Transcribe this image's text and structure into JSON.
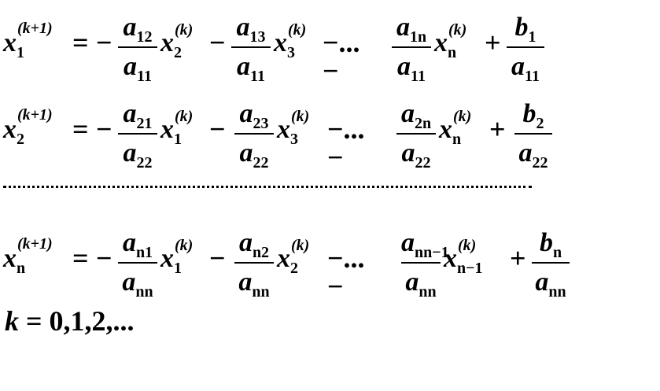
{
  "equations": [
    {
      "lhs": {
        "base": "x",
        "sub": "1",
        "sup": "(k+1)"
      },
      "eq": "=",
      "minus": "−",
      "t1": {
        "num_base": "a",
        "num_sub": "12",
        "den_base": "a",
        "den_sub": "11",
        "var_base": "x",
        "var_sub": "2",
        "var_sup": "(k)"
      },
      "t2": {
        "num_base": "a",
        "num_sub": "13",
        "den_base": "a",
        "den_sub": "11",
        "var_base": "x",
        "var_sub": "3",
        "var_sup": "(k)"
      },
      "ellipsis": "−...−",
      "t3": {
        "num_base": "a",
        "num_sub": "1n",
        "den_base": "a",
        "den_sub": "11",
        "var_base": "x",
        "var_sub": "n",
        "var_sup": "(k)"
      },
      "plus": "+",
      "rhs": {
        "num_base": "b",
        "num_sub": "1",
        "den_base": "a",
        "den_sub": "11"
      }
    },
    {
      "lhs": {
        "base": "x",
        "sub": "2",
        "sup": "(k+1)"
      },
      "eq": "=",
      "minus": "−",
      "t1": {
        "num_base": "a",
        "num_sub": "21",
        "den_base": "a",
        "den_sub": "22",
        "var_base": "x",
        "var_sub": "1",
        "var_sup": "(k)"
      },
      "t2": {
        "num_base": "a",
        "num_sub": "23",
        "den_base": "a",
        "den_sub": "22",
        "var_base": "x",
        "var_sub": "3",
        "var_sup": "(k)"
      },
      "ellipsis": "−...−",
      "t3": {
        "num_base": "a",
        "num_sub": "2n",
        "den_base": "a",
        "den_sub": "22",
        "var_base": "x",
        "var_sub": "n",
        "var_sup": "(k)"
      },
      "plus": "+",
      "rhs": {
        "num_base": "b",
        "num_sub": "2",
        "den_base": "a",
        "den_sub": "22"
      }
    },
    {
      "lhs": {
        "base": "x",
        "sub": "n",
        "sup": "(k+1)"
      },
      "eq": "=",
      "minus": "−",
      "t1": {
        "num_base": "a",
        "num_sub": "n1",
        "den_base": "a",
        "den_sub": "nn",
        "var_base": "x",
        "var_sub": "1",
        "var_sup": "(k)"
      },
      "t2": {
        "num_base": "a",
        "num_sub": "n2",
        "den_base": "a",
        "den_sub": "nn",
        "var_base": "x",
        "var_sub": "2",
        "var_sup": "(k)"
      },
      "ellipsis": "−...−",
      "t3": {
        "num_base": "a",
        "num_sub": "nn−1",
        "den_base": "a",
        "den_sub": "nn",
        "var_base": "x",
        "var_sub": "n−1",
        "var_sup": "(k)"
      },
      "plus": "+",
      "rhs": {
        "num_base": "b",
        "num_sub": "n",
        "den_base": "a",
        "den_sub": "nn"
      }
    }
  ],
  "k_line": {
    "k": "k",
    "eq": "=",
    "values": "0,1,2,..."
  }
}
